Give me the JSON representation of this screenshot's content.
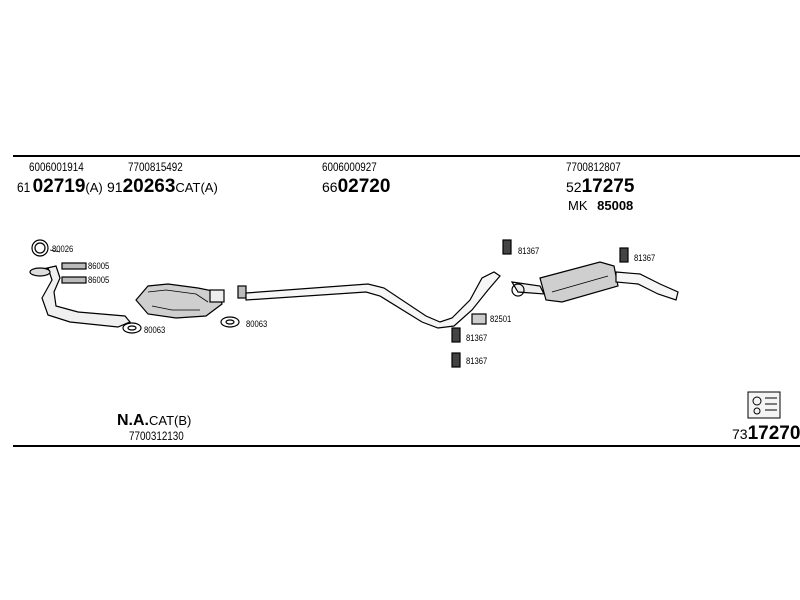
{
  "top_codes": {
    "c1": "6006001914",
    "c2": "7700815492",
    "c3": "6006000927",
    "c4": "7700812807"
  },
  "parts": {
    "p1_prefix": "61",
    "p1_num": "02719",
    "p1_suffix": "(A)",
    "p2_prefix": "91",
    "p2_num": "20263",
    "p2_suffix": "CAT(A)",
    "p3_prefix": "66",
    "p3_num": "02720",
    "p4_prefix": "52",
    "p4_num": "17275",
    "mk_label": "MK",
    "mk_num": "85008",
    "p5_prefix": "73",
    "p5_num": "17270"
  },
  "callouts": {
    "a1": "80026",
    "a2": "86005",
    "a3": "86005",
    "a4": "80063",
    "a5": "80063",
    "a6": "81367",
    "a7": "82501",
    "a8": "81367",
    "a9": "81367",
    "a10": "81367"
  },
  "bottom": {
    "na_bold": "N.A.",
    "na_rest": "CAT(B)",
    "na_code": "7700312130"
  }
}
